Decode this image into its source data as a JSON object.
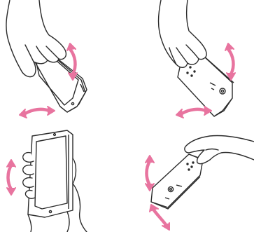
{
  "illustration": {
    "panels": [
      {
        "id": "p1",
        "name": "hand-holding-phone-front-tilted",
        "arrows": [
          "rotate-vertical-arrow-icon",
          "rotate-horizontal-arrow-icon"
        ]
      },
      {
        "id": "p2",
        "name": "hand-holding-phone-back-tilted",
        "arrows": [
          "rotate-vertical-arrow-icon",
          "rotate-horizontal-arrow-icon"
        ]
      },
      {
        "id": "p3",
        "name": "hand-holding-phone-front-upright",
        "arrows": [
          "rotate-vertical-arrow-icon"
        ]
      },
      {
        "id": "p4",
        "name": "hand-holding-phone-back-flat",
        "arrows": [
          "rotate-vertical-arrow-icon",
          "rotate-vertical-arrow-icon"
        ]
      }
    ],
    "colors": {
      "line": "#2b2b2b",
      "arrow": "#e8749f",
      "background": "#ffffff",
      "phone_fill": "#ffffff"
    }
  }
}
